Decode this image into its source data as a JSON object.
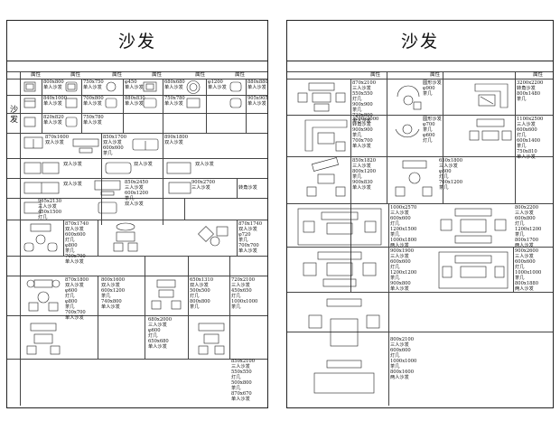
{
  "left_sheet": {
    "title": "沙发",
    "side_label": "沙发",
    "header_label": "属性",
    "cells": [
      "800x800\n单人沙发",
      "750x750\n单人沙发",
      "φ450\n单人沙发",
      "680x680\n单人沙发",
      "φ1200\n单人沙发",
      "880x880\n单人沙发",
      "840x1000\n单人沙发",
      "700x800\n单人沙发",
      "880x830\n单人沙发",
      "750x780\n单人沙发",
      "905x905\n单人沙发",
      "820x820\n单人沙发",
      "750x780\n单人沙发",
      "870x1600\n双人沙发",
      "850x1700\n双人沙发\n600x600\n茶几",
      "890x1800\n双人沙发",
      "双人沙发",
      "双人沙发",
      "双人沙发",
      "双人沙发",
      "850x2450\n三人沙发\n600x1200\n茶几",
      "900x2700\n三人沙发",
      "转角沙发",
      "965x2130\n三人沙发\n450x1500\n灯几",
      "双人沙发",
      "870x1740\n双人沙发\n600x600\n灯几\nφ800\n茶几\n700x700\n单人沙发",
      "800x1600\n双人沙发\n600x1200\n茶几\n740x800\n单人沙发",
      "870x1740\n双人沙发\nφ720\n茶几\n700x700\n单人沙发",
      "870x1800\n双人沙发\nφ600\n灯几\nφ800\n茶几\n700x700\n单人沙发",
      "650x1310\n双人沙发\n500x500\n灯几\n800x800\n茶几",
      "720x2100\n三人沙发\n450x650\n灯几\n1000x1000\n茶几",
      "680x2000\n三人沙发\nφ600\n灯几\n650x680\n单人沙发",
      "850x2100\n三人沙发\n550x550\n灯几\n500x800\n茶几\n870x670\n单人沙发"
    ]
  },
  "right_sheet": {
    "title": "沙发",
    "header_label": "属性",
    "cells": [
      "870x2100\n三人沙发\n550x550\n灯几\n900x900\n茶几\n720x800\n单人沙发",
      "圆形沙发\nφ900\n茶几",
      "3200x2200\n转角沙发\n800x1480\n茶几",
      "3200x2000\n转角沙发\n900x900\n茶几\n700x700\n单人沙发",
      "圆形沙发\nφ700\n茶几\nφ600\n灯几",
      "1100x2500\n三人沙发\n600x600\n灯几\n600x1400\n茶几\n750x810\n单人沙发",
      "850x1820\n三人沙发\n800x1200\n茶几\n900x830\n单人沙发",
      "650x1800\n三人沙发\nφ600\n灯几\n700x1200\n茶几",
      "1000x2570\n三人沙发\n600x600\n灯几\n1200x1500\n茶几\n1000x1800\n两人沙发",
      "800x2200\n三人沙发\n600x800\n灯几\n1200x1200\n茶几\n800x1700\n两人沙发",
      "900x1900\n三人沙发\n600x600\n灯几\n1200x1200\n茶几\n900x800\n单人沙发",
      "900x2600\n三人沙发\n600x600\n灯几\n1000x1000\n茶几\n800x1880\n两人沙发",
      "800x2100\n三人沙发\n600x600\n灯几\n1000x1000\n茶几\n800x1600\n两人沙发"
    ]
  }
}
